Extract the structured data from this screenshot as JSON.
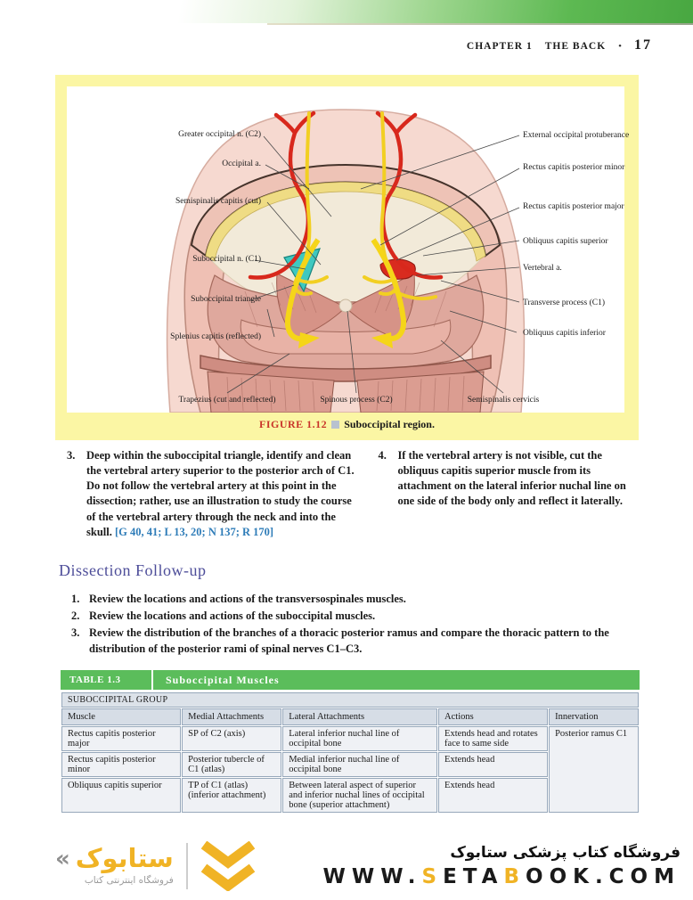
{
  "header": {
    "chapter": "CHAPTER 1",
    "section": "THE BACK",
    "dot": "•",
    "page_number": "17"
  },
  "figure": {
    "caption_label": "FIGURE 1.12",
    "caption_text": "Suboccipital region.",
    "labels_left": [
      "Greater occipital n. (C2)",
      "Occipital a.",
      "Semispinalis capitis (cut)",
      "Suboccipital n. (C1)",
      "Suboccipital triangle",
      "Splenius capitis (reflected)"
    ],
    "labels_right": [
      "External occipital protuberance",
      "Rectus capitis posterior minor",
      "Rectus capitis posterior major",
      "Obliquus capitis superior",
      "Vertebral a.",
      "Transverse process (C1)",
      "Obliquus capitis inferior"
    ],
    "labels_bottom": [
      "Trapezius (cut and reflected)",
      "Spinous process (C2)",
      "Semispinalis cervicis"
    ]
  },
  "instructions": [
    {
      "num": "3.",
      "text": "Deep within the suboccipital triangle, identify and clean the vertebral artery superior to the posterior arch of C1. Do not follow the vertebral artery at this point in the dissection; rather, use an illustration to study the course of the vertebral artery through the neck and into the skull.",
      "reference": "[G 40, 41; L 13, 20; N 137; R 170]"
    },
    {
      "num": "4.",
      "text": "If the vertebral artery is not visible, cut the obliquus capitis superior muscle from its attachment on the lateral inferior nuchal line on one side of the body only and reflect it laterally."
    }
  ],
  "followup": {
    "heading": "Dissection Follow-up",
    "items": [
      {
        "num": "1.",
        "text": "Review the locations and actions of the transversospinales muscles."
      },
      {
        "num": "2.",
        "text": "Review the locations and actions of the suboccipital muscles."
      },
      {
        "num": "3.",
        "text": "Review the distribution of the branches of a thoracic posterior ramus and compare the thoracic pattern to the distribution of the posterior rami of spinal nerves C1–C3."
      }
    ]
  },
  "table": {
    "label": "TABLE 1.3",
    "title": "Suboccipital Muscles",
    "group_header": "SUBOCCIPITAL GROUP",
    "columns": [
      "Muscle",
      "Medial Attachments",
      "Lateral Attachments",
      "Actions",
      "Innervation"
    ],
    "rows": [
      {
        "muscle": "Rectus capitis posterior major",
        "medial": "SP of C2 (axis)",
        "lateral": "Lateral inferior nuchal line of occipital bone",
        "actions": "Extends head and rotates face to same side"
      },
      {
        "muscle": "Rectus capitis posterior minor",
        "medial": "Posterior tubercle of C1 (atlas)",
        "lateral": "Medial inferior nuchal line of occipital bone",
        "actions": "Extends head"
      },
      {
        "muscle": "Obliquus capitis superior",
        "medial": "TP of C1 (atlas) (inferior attachment)",
        "lateral": "Between lateral aspect of superior and inferior nuchal lines of occipital bone (superior attachment)",
        "actions": "Extends head"
      }
    ],
    "innervation_merged": "Posterior ramus C1"
  },
  "footer": {
    "guillemet": "«",
    "wordmark": "ستابوک",
    "logo_subtext": "فروشگاه اینترنتی کتاب",
    "tagline": "فروشگاه کتاب پزشکی ستابوک",
    "url_www": "WWW.",
    "url_s": "S",
    "url_eta": "ETA",
    "url_b": "B",
    "url_rest": "OOK.COM"
  },
  "colors": {
    "accent_green": "#5bbd5b",
    "figure_background": "#fbf6a4",
    "caption_red": "#c9342a",
    "reference_blue": "#2e7cb8",
    "heading_purple": "#4d4d99",
    "brand_yellow": "#f0b325"
  }
}
